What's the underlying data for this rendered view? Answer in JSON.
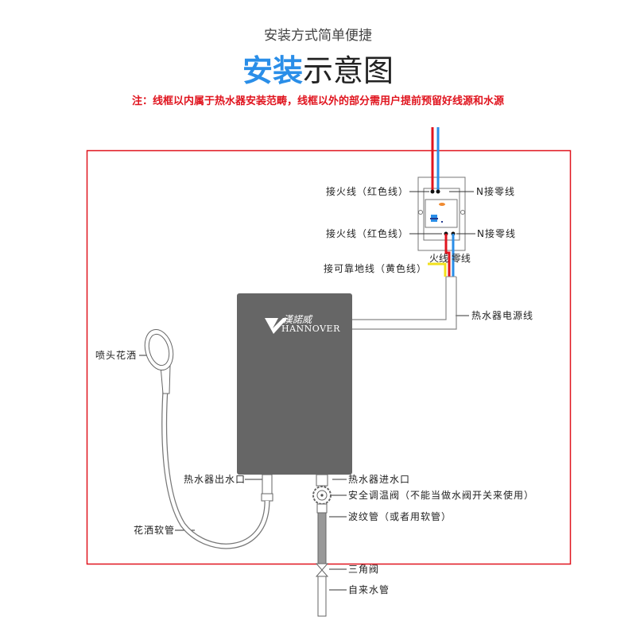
{
  "header": {
    "subtitle": "安装方式简单便捷",
    "title_highlight": "安装",
    "title_rest": "示意图",
    "note": "注：线框以内属于热水器安装范畴，线框以外的部分需用户提前预留好线源和水源"
  },
  "logo": {
    "cn": "漢諾威",
    "en": "HANNOVER"
  },
  "labels": {
    "live_top": "接火线（红色线）",
    "neutral_top": "N接零线",
    "live_bottom": "接火线（红色线）",
    "neutral_bottom": "N接零线",
    "live_neutral": "火线 零线",
    "ground": "接可靠地线（黄色线）",
    "power_cable": "热水器电源线",
    "shower_head": "喷头花洒",
    "outlet": "热水器出水口",
    "shower_hose": "花洒软管",
    "inlet": "热水器进水口",
    "safety_valve": "安全调温阀（不能当做水阀开关来使用）",
    "corrugated_pipe": "波纹管（或者用软管）",
    "angle_valve": "三角阀",
    "water_main": "自来水管"
  },
  "colors": {
    "accent": "#2a8ee8",
    "frame": "#e0141e",
    "live": "#e0141e",
    "neutral": "#2a8ee8",
    "ground": "#f2e01c",
    "heater": "#666666"
  }
}
